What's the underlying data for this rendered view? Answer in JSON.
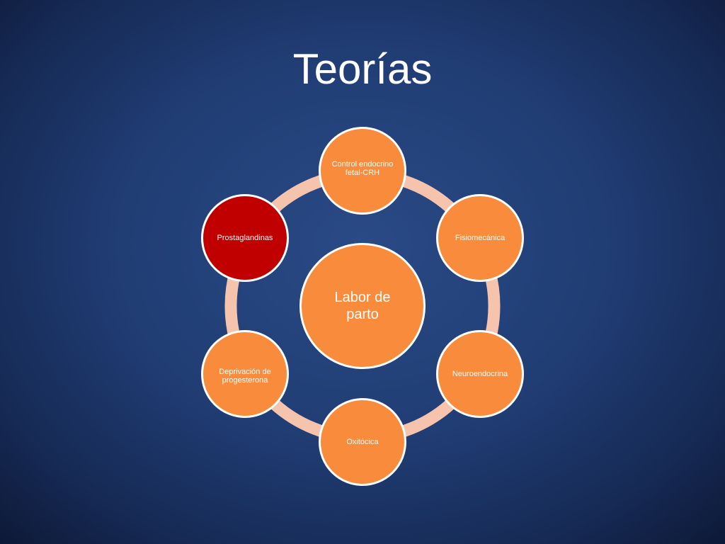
{
  "slide": {
    "title": "Teorías"
  },
  "colors": {
    "node_fill": "#f88b3c",
    "highlight_fill": "#c00000",
    "ring": "#f6c3ad",
    "text": "#ffffff"
  },
  "diagram": {
    "center_label": "Labor de parto",
    "nodes": [
      {
        "label": "Control endocrino fetal-CRH",
        "highlighted": false
      },
      {
        "label": "Fisiomecánica",
        "highlighted": false
      },
      {
        "label": "Neuroendocrina",
        "highlighted": false
      },
      {
        "label": "Oxitócica",
        "highlighted": false
      },
      {
        "label": "Deprivación de progesterona",
        "highlighted": false
      },
      {
        "label": "Prostaglandinas",
        "highlighted": true
      }
    ]
  }
}
